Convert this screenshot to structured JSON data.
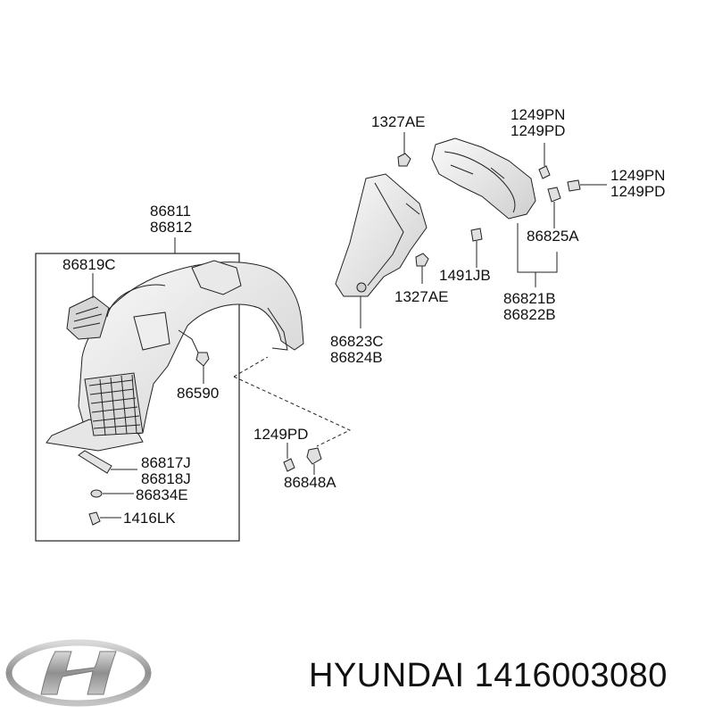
{
  "labels": {
    "l1327ae_top": "1327AE",
    "l1249pn_a": "1249PN",
    "l1249pd_a": "1249PD",
    "l1249pn_b": "1249PN",
    "l1249pd_b": "1249PD",
    "l86825a": "86825A",
    "l1491jb": "1491JB",
    "l1327ae_mid": "1327AE",
    "l86821b": "86821B",
    "l86822b": "86822B",
    "l86823c": "86823C",
    "l86824b": "86824B",
    "l86811": "86811",
    "l86812": "86812",
    "l86819c": "86819C",
    "l86590": "86590",
    "l1249pd_c": "1249PD",
    "l86848a": "86848A",
    "l86817j": "86817J",
    "l86818j": "86818J",
    "l86834e": "86834E",
    "l1416lk": "1416LK"
  },
  "brand": {
    "text": "HYUNDAI 1416003080",
    "logo": "hyundai-logo"
  },
  "colors": {
    "line": "#222222",
    "part_fill": "#f2f2f2",
    "part_shade": "#bdbdbd",
    "logo_silver": "#9a9a9a"
  }
}
